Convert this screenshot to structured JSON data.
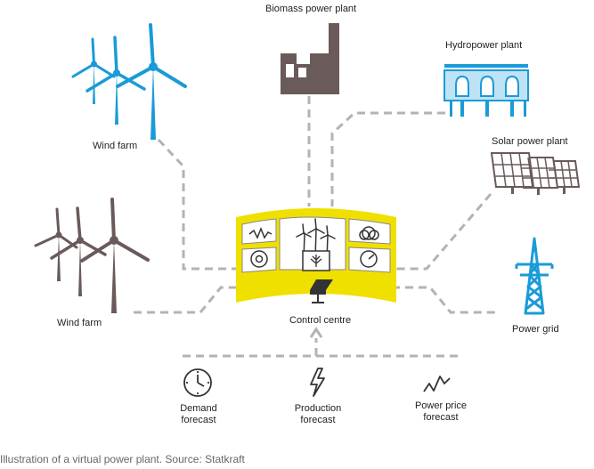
{
  "labels": {
    "biomass": "Biomass power plant",
    "hydro": "Hydropower plant",
    "wind_top": "Wind farm",
    "solar": "Solar power plant",
    "wind_bottom": "Wind farm",
    "grid": "Power grid",
    "control": "Control centre",
    "demand_1": "Demand",
    "demand_2": "forecast",
    "production_1": "Production",
    "production_2": "forecast",
    "price_1": "Power price",
    "price_2": "forecast"
  },
  "caption": "Illustration of a virtual power plant. Source: Statkraft",
  "colors": {
    "wind_top": "#1a9bd7",
    "hydro": "#1a9bd7",
    "grid": "#1a9bd7",
    "brown": "#6b5a5a",
    "dark": "#333333",
    "yellow": "#f0e000",
    "dash": "#b3b3b3"
  },
  "icons": [
    "wind-turbine-icon",
    "factory-icon",
    "hydro-dam-icon",
    "solar-panel-icon",
    "transmission-tower-icon",
    "control-desk-icon",
    "clock-icon",
    "lightning-icon",
    "price-line-icon"
  ]
}
